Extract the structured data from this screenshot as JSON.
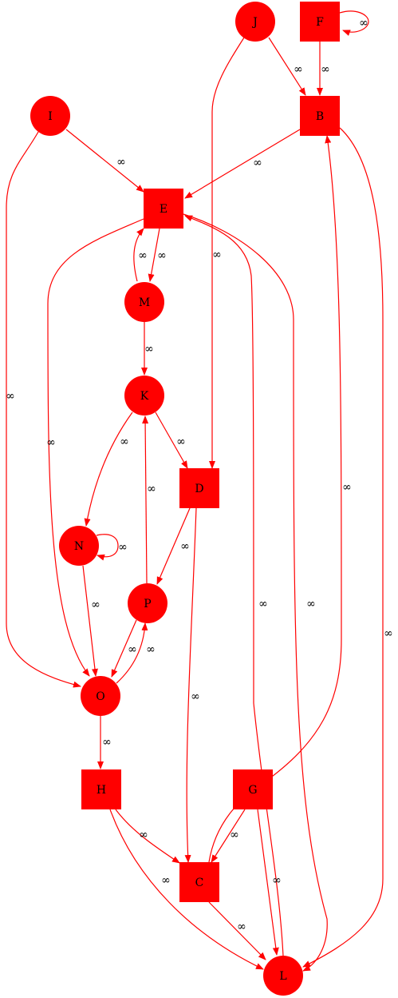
{
  "colors": {
    "node_fill": "#ff0000",
    "edge": "#ff0000",
    "text": "#000000"
  },
  "nodes": [
    {
      "id": "J",
      "label": "J",
      "shape": "circle"
    },
    {
      "id": "F",
      "label": "F",
      "shape": "square"
    },
    {
      "id": "I",
      "label": "I",
      "shape": "circle"
    },
    {
      "id": "B",
      "label": "B",
      "shape": "square"
    },
    {
      "id": "E",
      "label": "E",
      "shape": "square"
    },
    {
      "id": "M",
      "label": "M",
      "shape": "circle"
    },
    {
      "id": "K",
      "label": "K",
      "shape": "circle"
    },
    {
      "id": "D",
      "label": "D",
      "shape": "square"
    },
    {
      "id": "N",
      "label": "N",
      "shape": "circle"
    },
    {
      "id": "P",
      "label": "P",
      "shape": "circle"
    },
    {
      "id": "O",
      "label": "O",
      "shape": "circle"
    },
    {
      "id": "H",
      "label": "H",
      "shape": "square"
    },
    {
      "id": "G",
      "label": "G",
      "shape": "square"
    },
    {
      "id": "C",
      "label": "C",
      "shape": "square"
    },
    {
      "id": "L",
      "label": "L",
      "shape": "circle"
    }
  ],
  "edges": [
    {
      "id": "F-F",
      "from": "F",
      "to": "F",
      "label": "∞"
    },
    {
      "id": "F-B",
      "from": "F",
      "to": "B",
      "label": "∞"
    },
    {
      "id": "J-B",
      "from": "J",
      "to": "B",
      "label": "∞"
    },
    {
      "id": "J-D",
      "from": "J",
      "to": "D",
      "label": "∞"
    },
    {
      "id": "I-E",
      "from": "I",
      "to": "E",
      "label": "∞"
    },
    {
      "id": "I-O",
      "from": "I",
      "to": "O",
      "label": "∞"
    },
    {
      "id": "B-E",
      "from": "B",
      "to": "E",
      "label": "∞"
    },
    {
      "id": "B-L",
      "from": "B",
      "to": "L",
      "label": "∞"
    },
    {
      "id": "E-M",
      "from": "E",
      "to": "M",
      "label": "∞"
    },
    {
      "id": "M-E",
      "from": "M",
      "to": "E",
      "label": "∞"
    },
    {
      "id": "E-O",
      "from": "E",
      "to": "O",
      "label": "∞"
    },
    {
      "id": "E-L",
      "from": "E",
      "to": "L",
      "label": "∞"
    },
    {
      "id": "L-E",
      "from": "L",
      "to": "E",
      "label": "∞"
    },
    {
      "id": "M-K",
      "from": "M",
      "to": "K",
      "label": "∞"
    },
    {
      "id": "K-N",
      "from": "K",
      "to": "N",
      "label": "∞"
    },
    {
      "id": "K-D",
      "from": "K",
      "to": "D",
      "label": "∞"
    },
    {
      "id": "P-K",
      "from": "P",
      "to": "K",
      "label": "∞"
    },
    {
      "id": "D-P",
      "from": "D",
      "to": "P",
      "label": "∞"
    },
    {
      "id": "D-C",
      "from": "D",
      "to": "C",
      "label": "∞"
    },
    {
      "id": "N-N",
      "from": "N",
      "to": "N",
      "label": "∞"
    },
    {
      "id": "N-O",
      "from": "N",
      "to": "O",
      "label": "∞"
    },
    {
      "id": "P-O",
      "from": "P",
      "to": "O",
      "label": "∞"
    },
    {
      "id": "O-P",
      "from": "O",
      "to": "P",
      "label": "∞"
    },
    {
      "id": "O-H",
      "from": "O",
      "to": "H",
      "label": "∞"
    },
    {
      "id": "C-B",
      "from": "C",
      "to": "B",
      "label": "∞"
    },
    {
      "id": "H-C",
      "from": "H",
      "to": "C",
      "label": "∞"
    },
    {
      "id": "H-L",
      "from": "H",
      "to": "L",
      "label": "∞"
    },
    {
      "id": "G-C",
      "from": "G",
      "to": "C",
      "label": "∞"
    },
    {
      "id": "G-L",
      "from": "G",
      "to": "L",
      "label": "∞"
    },
    {
      "id": "C-L",
      "from": "C",
      "to": "L",
      "label": "∞"
    }
  ]
}
